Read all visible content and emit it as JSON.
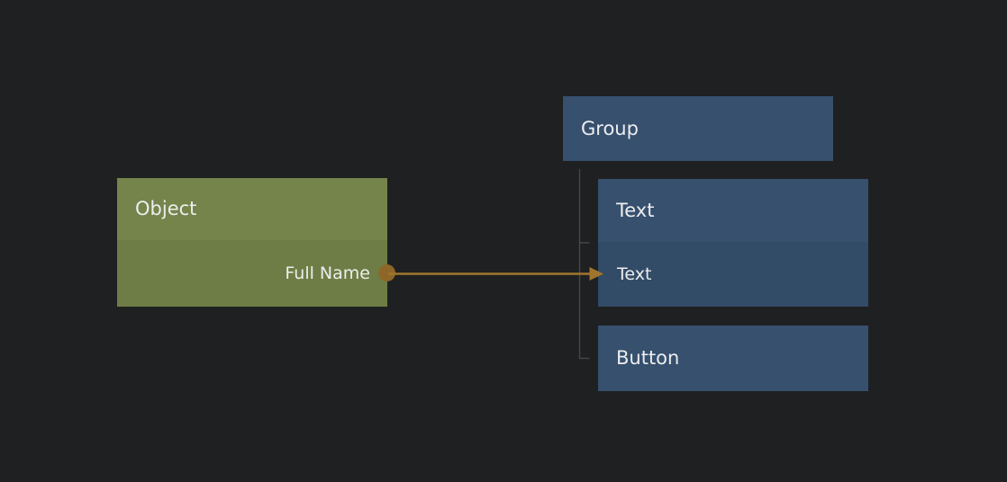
{
  "palette": {
    "canvas_bg": "#1f2021",
    "object_header_bg": "#75844b",
    "object_row_bg": "#6e7d45",
    "element_header_bg": "#36506e",
    "element_row_bg": "#324b67",
    "connector": "#a1752e",
    "port_dot": "#8d6727",
    "tree_line": "#464647",
    "label_text": "#eceded"
  },
  "nodes": {
    "object": {
      "title": "Object",
      "port_label": "Full Name"
    },
    "group": {
      "title": "Group"
    },
    "text": {
      "title": "Text",
      "port_label": "Text"
    },
    "button": {
      "title": "Button"
    }
  },
  "connection": {
    "from": "Object / Full Name",
    "to": "Text / Text"
  }
}
